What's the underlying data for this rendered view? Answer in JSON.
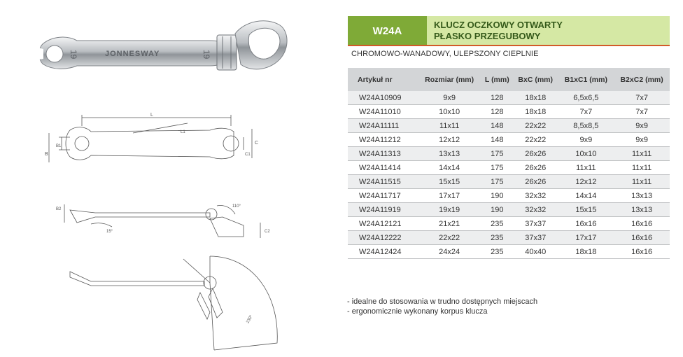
{
  "header": {
    "code": "W24A",
    "title_line1": "KLUCZ OCZKOWY OTWARTY",
    "title_line2": "PŁASKO PRZEGUBOWY"
  },
  "subtitle": "CHROMOWO-WANADOWY, ULEPSZONY CIEPLNIE",
  "colors": {
    "code_bg": "#7faa37",
    "title_bg": "#d5e8a4",
    "accent_line": "#d25b29",
    "table_header_bg": "#d3d5d7"
  },
  "image": {
    "brand": "JONNESWAY",
    "size_mark": "19",
    "drawing_labels": {
      "L": "L",
      "B": "B",
      "B1": "B1",
      "C": "C",
      "C1": "C1",
      "L1": "L1",
      "B2": "B2",
      "C2": "C2",
      "angle_15": "15°",
      "angle_110": "110°",
      "angle_230": "230°"
    }
  },
  "table": {
    "headers": [
      "Artykuł nr",
      "Rozmiar (mm)",
      "L (mm)",
      "BxC (mm)",
      "B1xC1 (mm)",
      "B2xC2 (mm)"
    ],
    "rows": [
      [
        "W24A10909",
        "9x9",
        "128",
        "18x18",
        "6,5x6,5",
        "7x7"
      ],
      [
        "W24A11010",
        "10x10",
        "128",
        "18x18",
        "7x7",
        "7x7"
      ],
      [
        "W24A11111",
        "11x11",
        "148",
        "22x22",
        "8,5x8,5",
        "9x9"
      ],
      [
        "W24A11212",
        "12x12",
        "148",
        "22x22",
        "9x9",
        "9x9"
      ],
      [
        "W24A11313",
        "13x13",
        "175",
        "26x26",
        "10x10",
        "11x11"
      ],
      [
        "W24A11414",
        "14x14",
        "175",
        "26x26",
        "11x11",
        "11x11"
      ],
      [
        "W24A11515",
        "15x15",
        "175",
        "26x26",
        "12x12",
        "11x11"
      ],
      [
        "W24A11717",
        "17x17",
        "190",
        "32x32",
        "14x14",
        "13x13"
      ],
      [
        "W24A11919",
        "19x19",
        "190",
        "32x32",
        "15x15",
        "13x13"
      ],
      [
        "W24A12121",
        "21x21",
        "235",
        "37x37",
        "16x16",
        "16x16"
      ],
      [
        "W24A12222",
        "22x22",
        "235",
        "37x37",
        "17x17",
        "16x16"
      ],
      [
        "W24A12424",
        "24x24",
        "235",
        "40x40",
        "18x18",
        "16x16"
      ]
    ]
  },
  "features": [
    "- idealne do stosowania w trudno dostępnych miejscach",
    "- ergonomicznie wykonany korpus klucza"
  ]
}
